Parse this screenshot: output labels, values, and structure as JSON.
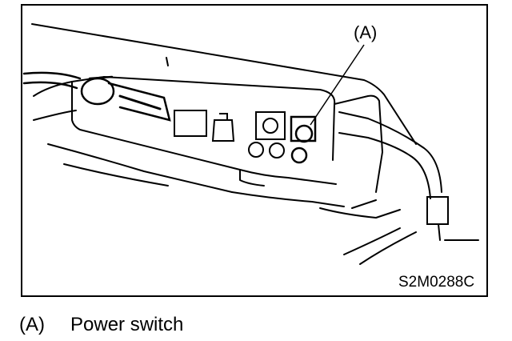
{
  "figure": {
    "callout_label": "(A)",
    "figure_code": "S2M0288C"
  },
  "legend": {
    "key": "(A)",
    "text": "Power switch"
  }
}
